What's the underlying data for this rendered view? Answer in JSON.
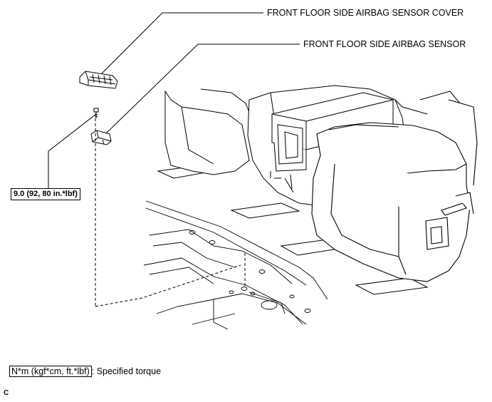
{
  "callouts": {
    "sensor_cover": "FRONT FLOOR SIDE AIRBAG SENSOR COVER",
    "sensor": "FRONT FLOOR SIDE AIRBAG SENSOR"
  },
  "torque_spec": "9.0 (92, 80 in.*lbf)",
  "legend": {
    "unit_box": "N*m (kgf*cm, ft.*lbf)",
    "description": ": Specified torque"
  },
  "figure_code": "C"
}
